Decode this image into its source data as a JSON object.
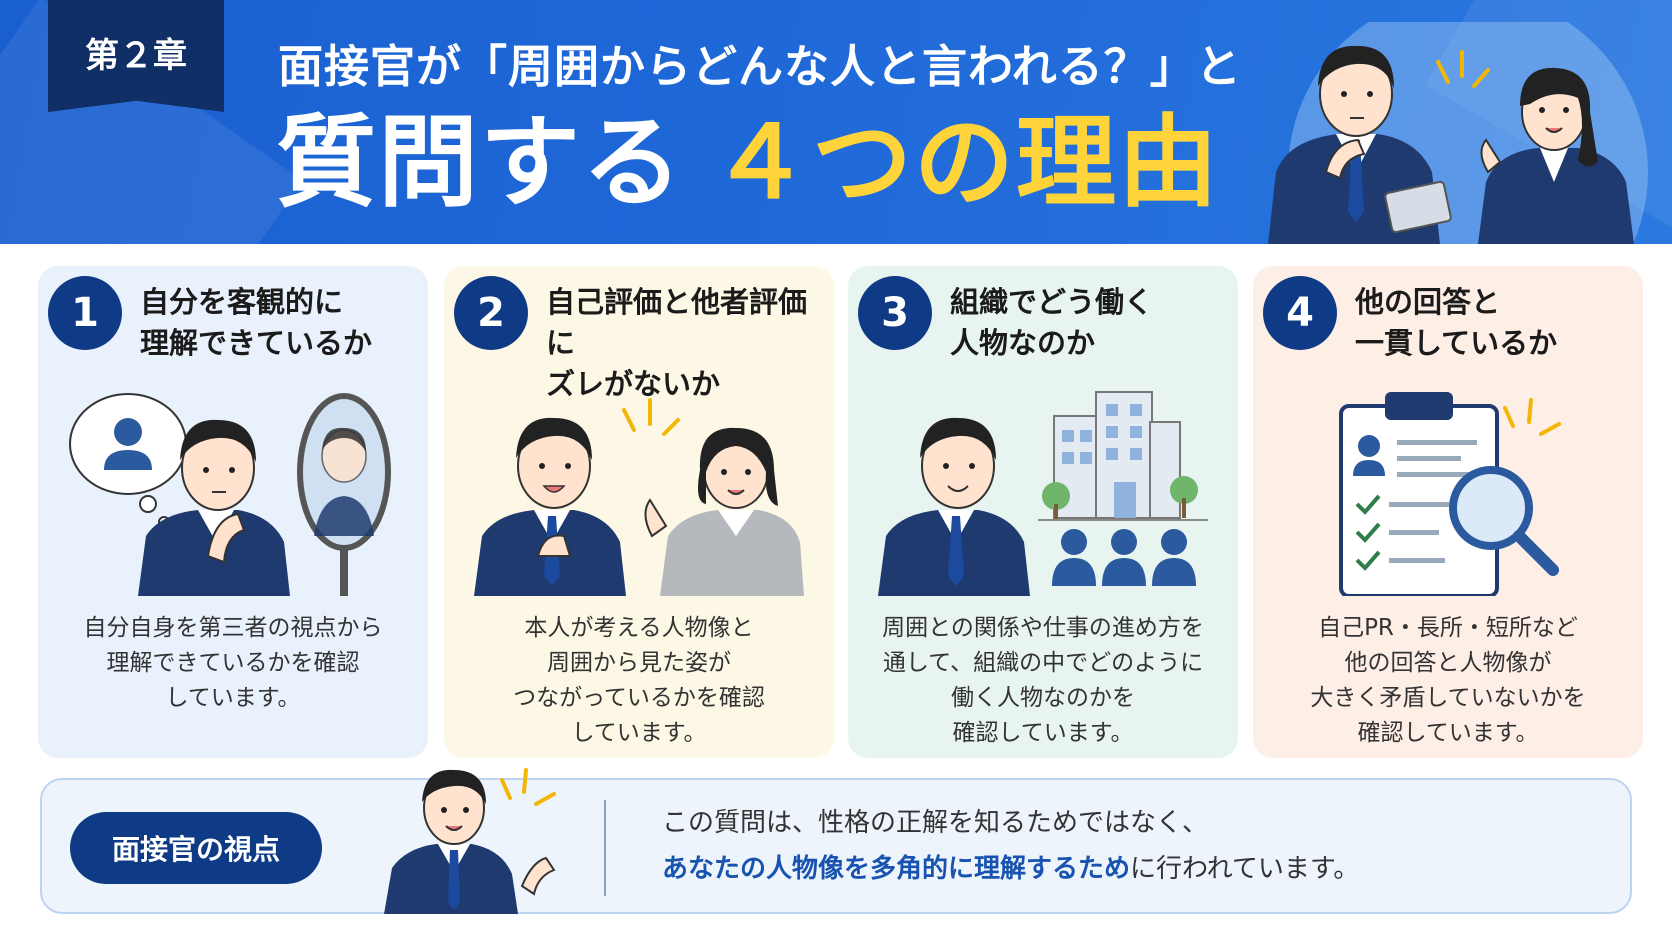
{
  "header": {
    "chapter": "第２章",
    "subtitle": "面接官が「周囲からどんな人と言われる？」と",
    "title_main": "質問する",
    "title_highlight": "４つの理由"
  },
  "cards": [
    {
      "number": "1",
      "title_line1": "自分を客観的に",
      "title_line2": "理解できているか",
      "desc_lines": [
        "自分自身を第三者の視点から",
        "理解できているかを確認",
        "しています。"
      ]
    },
    {
      "number": "2",
      "title_line1": "自己評価と他者評価に",
      "title_line2": "ズレがないか",
      "desc_lines": [
        "本人が考える人物像と",
        "周囲から見た姿が",
        "つながっているかを確認",
        "しています。"
      ]
    },
    {
      "number": "3",
      "title_line1": "組織でどう働く",
      "title_line2": "人物なのか",
      "desc_lines": [
        "周囲との関係や仕事の進め方を",
        "通して、組織の中でどのように",
        "働く人物なのかを",
        "確認しています。"
      ]
    },
    {
      "number": "4",
      "title_line1": "他の回答と",
      "title_line2": "一貫しているか",
      "desc_lines": [
        "自己PR・長所・短所など",
        "他の回答と人物像が",
        "大きく矛盾していないかを",
        "確認しています。"
      ]
    }
  ],
  "footer": {
    "label": "面接官の視点",
    "line1": "この質問は、性格の正解を知るためではなく、",
    "line2_emphasis": "あなたの人物像を多角的に理解するため",
    "line2_rest": "に行われています。"
  },
  "colors": {
    "header_blue": "#1f68d8",
    "navy": "#0f3a86",
    "yellow": "#ffd43a",
    "emphasis_blue": "#1853b0"
  }
}
